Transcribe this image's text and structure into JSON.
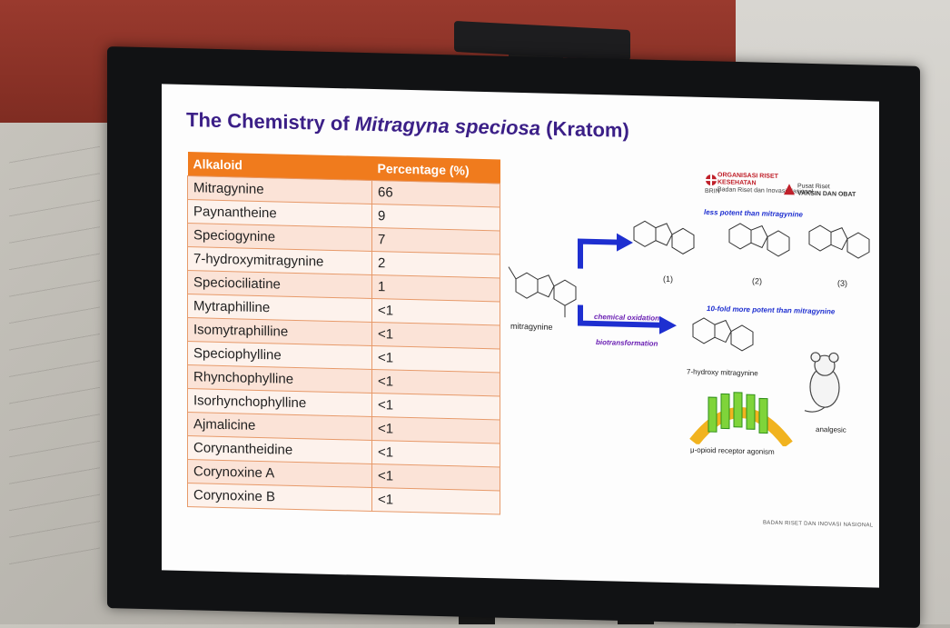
{
  "slide": {
    "title_prefix": "The Chemistry of ",
    "title_italic": "Mitragyna speciosa",
    "title_suffix": " (Kratom)",
    "table": {
      "headers": [
        "Alkaloid",
        "Percentage (%)"
      ],
      "rows": [
        [
          "Mitragynine",
          "66"
        ],
        [
          "Paynantheine",
          "9"
        ],
        [
          "Speciogynine",
          "7"
        ],
        [
          "7-hydroxymitragynine",
          "2"
        ],
        [
          "Speciociliatine",
          "1"
        ],
        [
          "Mytraphilline",
          "<1"
        ],
        [
          "Isomytraphilline",
          "<1"
        ],
        [
          "Speciophylline",
          "<1"
        ],
        [
          "Rhynchophylline",
          "<1"
        ],
        [
          "Isorhynchophylline",
          "<1"
        ],
        [
          "Ajmalicine",
          "<1"
        ],
        [
          "Corynantheidine",
          "<1"
        ],
        [
          "Corynoxine A",
          "<1"
        ],
        [
          "Corynoxine B",
          "<1"
        ]
      ]
    },
    "logos": {
      "org_line1": "ORGANISASI RISET",
      "org_line2": "KESEHATAN",
      "org_sub": "Badan Riset dan Inovasi Nasional",
      "brin": "BRIN",
      "vac_line1": "Pusat Riset",
      "vac_line2": "VAKSIN DAN OBAT"
    },
    "diagram": {
      "mitragynine": "mitragynine",
      "less_potent": "less potent than mitragynine",
      "more_potent": "10-fold more potent than mitragynine",
      "chem_ox": "chemical oxidation",
      "biotrans": "biotransformation",
      "hydroxy": "7-hydroxy mitragynine",
      "analgesic": "analgesic",
      "receptor": "μ-opioid receptor agonism",
      "n1": "(1)",
      "n2": "(2)",
      "n3": "(3)"
    },
    "footer": "BADAN RISET DAN INOVASI NASIONAL",
    "colors": {
      "header_orange": "#f07b1d",
      "title_purple": "#3b1f87",
      "arrow_blue": "#1e2fd0"
    }
  }
}
